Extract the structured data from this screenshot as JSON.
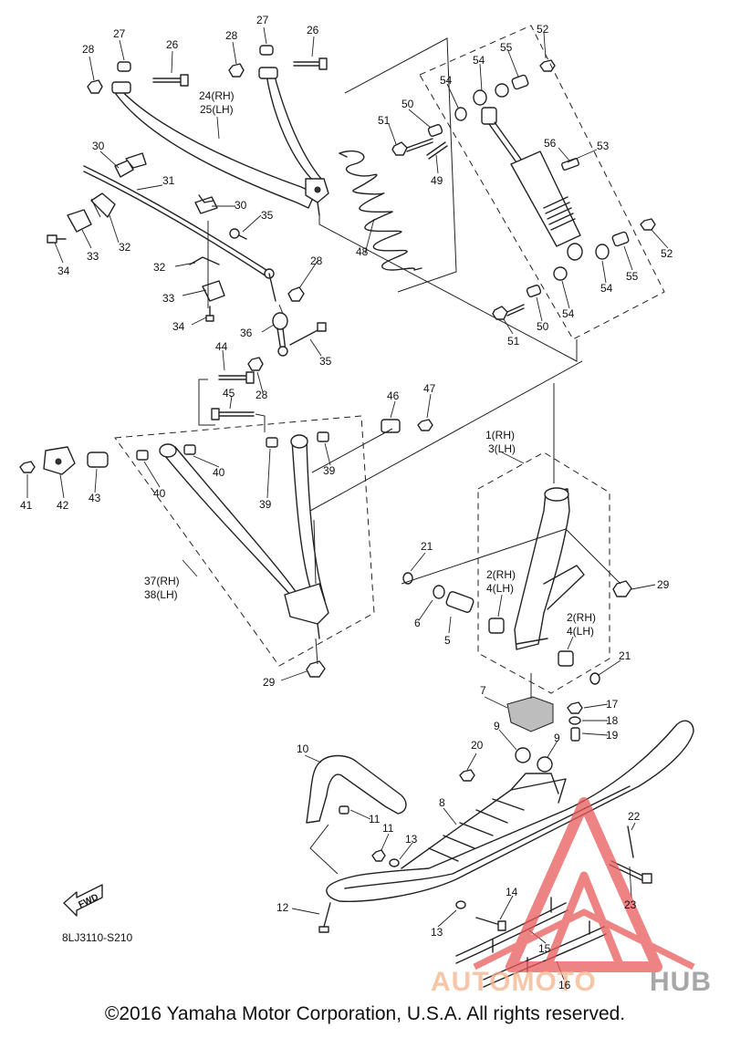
{
  "diagram_code": "8LJ3110-S210",
  "fwd_label": "FWD",
  "copyright": "©2016 Yamaha Motor Corporation, U.S.A. All rights reserved.",
  "watermark": {
    "text_a": "AUTOMOTO",
    "text_b": "HUB",
    "accent_color": "#e85a5a"
  },
  "callouts": [
    {
      "id": "c28a",
      "text": "28"
    },
    {
      "id": "c27a",
      "text": "27"
    },
    {
      "id": "c26a",
      "text": "26"
    },
    {
      "id": "c28b",
      "text": "28"
    },
    {
      "id": "c27b",
      "text": "27"
    },
    {
      "id": "c26b",
      "text": "26"
    },
    {
      "id": "c24",
      "text": "24(RH)"
    },
    {
      "id": "c25",
      "text": "25(LH)"
    },
    {
      "id": "c30a",
      "text": "30"
    },
    {
      "id": "c31",
      "text": "31"
    },
    {
      "id": "c32a",
      "text": "32"
    },
    {
      "id": "c33a",
      "text": "33"
    },
    {
      "id": "c34a",
      "text": "34"
    },
    {
      "id": "c30b",
      "text": "30"
    },
    {
      "id": "c35a",
      "text": "35"
    },
    {
      "id": "c32b",
      "text": "32"
    },
    {
      "id": "c33b",
      "text": "33"
    },
    {
      "id": "c34b",
      "text": "34"
    },
    {
      "id": "c28c",
      "text": "28"
    },
    {
      "id": "c36",
      "text": "36"
    },
    {
      "id": "c35b",
      "text": "35"
    },
    {
      "id": "c44",
      "text": "44"
    },
    {
      "id": "c28d",
      "text": "28"
    },
    {
      "id": "c45",
      "text": "45"
    },
    {
      "id": "c46",
      "text": "46"
    },
    {
      "id": "c47",
      "text": "47"
    },
    {
      "id": "c48",
      "text": "48"
    },
    {
      "id": "c49",
      "text": "49"
    },
    {
      "id": "c50a",
      "text": "50"
    },
    {
      "id": "c51a",
      "text": "51"
    },
    {
      "id": "c54a",
      "text": "54"
    },
    {
      "id": "c54b",
      "text": "54"
    },
    {
      "id": "c55a",
      "text": "55"
    },
    {
      "id": "c52a",
      "text": "52"
    },
    {
      "id": "c56",
      "text": "56"
    },
    {
      "id": "c53",
      "text": "53"
    },
    {
      "id": "c52b",
      "text": "52"
    },
    {
      "id": "c55b",
      "text": "55"
    },
    {
      "id": "c54c",
      "text": "54"
    },
    {
      "id": "c54d",
      "text": "54"
    },
    {
      "id": "c50b",
      "text": "50"
    },
    {
      "id": "c51b",
      "text": "51"
    },
    {
      "id": "c41",
      "text": "41"
    },
    {
      "id": "c42",
      "text": "42"
    },
    {
      "id": "c43",
      "text": "43"
    },
    {
      "id": "c40a",
      "text": "40"
    },
    {
      "id": "c40b",
      "text": "40"
    },
    {
      "id": "c39a",
      "text": "39"
    },
    {
      "id": "c39b",
      "text": "39"
    },
    {
      "id": "c37",
      "text": "37(RH)"
    },
    {
      "id": "c38",
      "text": "38(LH)"
    },
    {
      "id": "c29a",
      "text": "29"
    },
    {
      "id": "c1",
      "text": "1(RH)"
    },
    {
      "id": "c3",
      "text": "3(LH)"
    },
    {
      "id": "c21a",
      "text": "21"
    },
    {
      "id": "c2a",
      "text": "2(RH)"
    },
    {
      "id": "c4a",
      "text": "4(LH)"
    },
    {
      "id": "c29b",
      "text": "29"
    },
    {
      "id": "c6",
      "text": "6"
    },
    {
      "id": "c5",
      "text": "5"
    },
    {
      "id": "c2b",
      "text": "2(RH)"
    },
    {
      "id": "c4b",
      "text": "4(LH)"
    },
    {
      "id": "c21b",
      "text": "21"
    },
    {
      "id": "c7",
      "text": "7"
    },
    {
      "id": "c17",
      "text": "17"
    },
    {
      "id": "c18",
      "text": "18"
    },
    {
      "id": "c19",
      "text": "19"
    },
    {
      "id": "c9a",
      "text": "9"
    },
    {
      "id": "c9b",
      "text": "9"
    },
    {
      "id": "c20",
      "text": "20"
    },
    {
      "id": "c10",
      "text": "10"
    },
    {
      "id": "c8",
      "text": "8"
    },
    {
      "id": "c11a",
      "text": "11"
    },
    {
      "id": "c11b",
      "text": "11"
    },
    {
      "id": "c13a",
      "text": "13"
    },
    {
      "id": "c22",
      "text": "22"
    },
    {
      "id": "c23",
      "text": "23"
    },
    {
      "id": "c14",
      "text": "14"
    },
    {
      "id": "c12",
      "text": "12"
    },
    {
      "id": "c13b",
      "text": "13"
    },
    {
      "id": "c15",
      "text": "15"
    },
    {
      "id": "c16",
      "text": "16"
    }
  ]
}
